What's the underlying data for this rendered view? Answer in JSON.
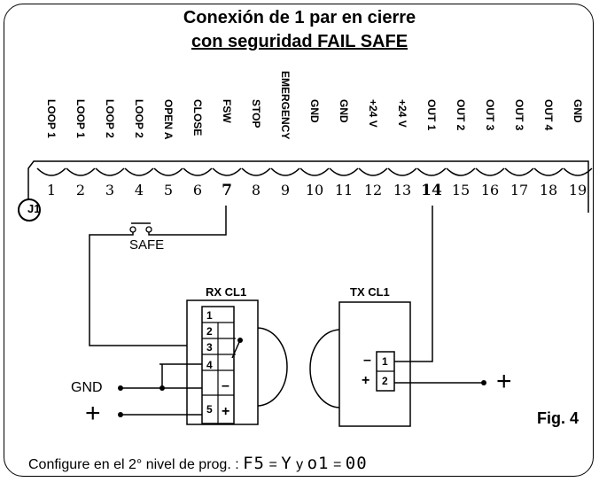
{
  "title_line1": "Conexión de 1 par en cierre",
  "title_line2": "con seguridad FAIL SAFE",
  "terminal_block": "J1",
  "terminal_labels": [
    "LOOP 1",
    "LOOP 1",
    "LOOP 2",
    "LOOP 2",
    "OPEN A",
    "CLOSE",
    "FSW",
    "STOP",
    "EMERGENCY",
    "GND",
    "GND",
    "+24 V",
    "+24 V",
    "OUT 1",
    "OUT 2",
    "OUT 3",
    "OUT 3",
    "OUT 4",
    "GND"
  ],
  "terminal_numbers": [
    "1",
    "2",
    "3",
    "4",
    "5",
    "6",
    "7",
    "8",
    "9",
    "10",
    "11",
    "12",
    "13",
    "14",
    "15",
    "16",
    "17",
    "18",
    "19"
  ],
  "safe_label": "SAFE",
  "rx_label": "RX CL1",
  "tx_label": "TX CL1",
  "rx_terminals": [
    "1",
    "2",
    "3",
    "4",
    "5"
  ],
  "rx_signs": {
    "t4": "–",
    "t5": "+"
  },
  "tx_terminals": [
    "1",
    "2"
  ],
  "tx_signs": {
    "t1": "–",
    "t2": "+"
  },
  "gnd_label": "GND",
  "plus_left": "+",
  "plus_right": "+",
  "figure_label": "Fig. 4",
  "footer": {
    "text": "Configure en el 2° nivel de prog. :",
    "fs_code": "F5",
    "eq1": "=",
    "fs_value": "Y",
    "conj": "y",
    "o1_code": "o1",
    "eq2": "=",
    "o1_value": "00"
  },
  "highlighted_terminals": [
    "7",
    "14"
  ]
}
